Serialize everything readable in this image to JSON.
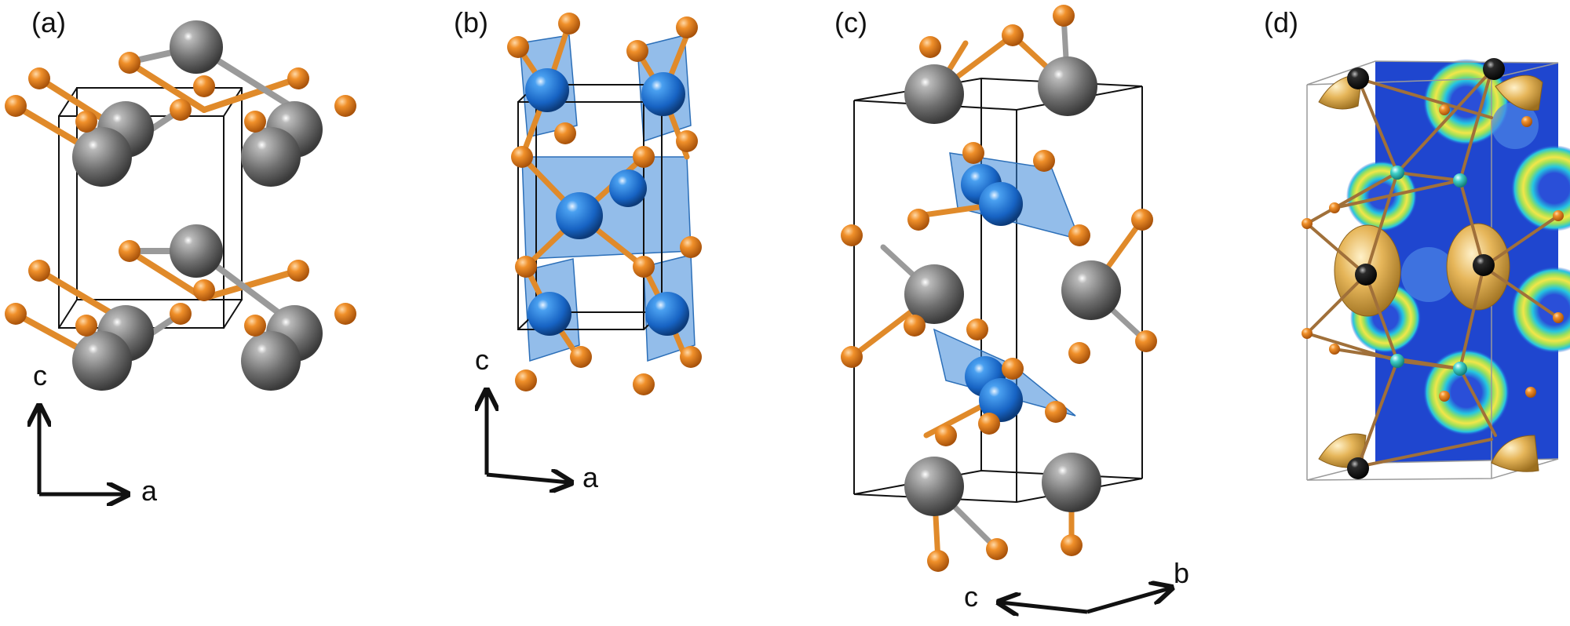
{
  "panels": [
    {
      "label": "(a)",
      "axes": {
        "vertical": "c",
        "horizontal": "a"
      }
    },
    {
      "label": "(b)",
      "axes": {
        "vertical": "c",
        "horizontal": "a"
      }
    },
    {
      "label": "(c)",
      "axes": {
        "left": "c",
        "right": "b"
      }
    },
    {
      "label": "(d)"
    }
  ],
  "colors": {
    "large_atom": "#6f6f6f",
    "small_atom": "#e07b10",
    "blue_atom": "#1f6fd1",
    "polyhedra": "#3a86d8",
    "isosurface": "#e0b050",
    "black_atom": "#141414",
    "cyan_atom": "#34c6c0",
    "bond": "#9a9a9a",
    "cell_edge": "#111111"
  }
}
